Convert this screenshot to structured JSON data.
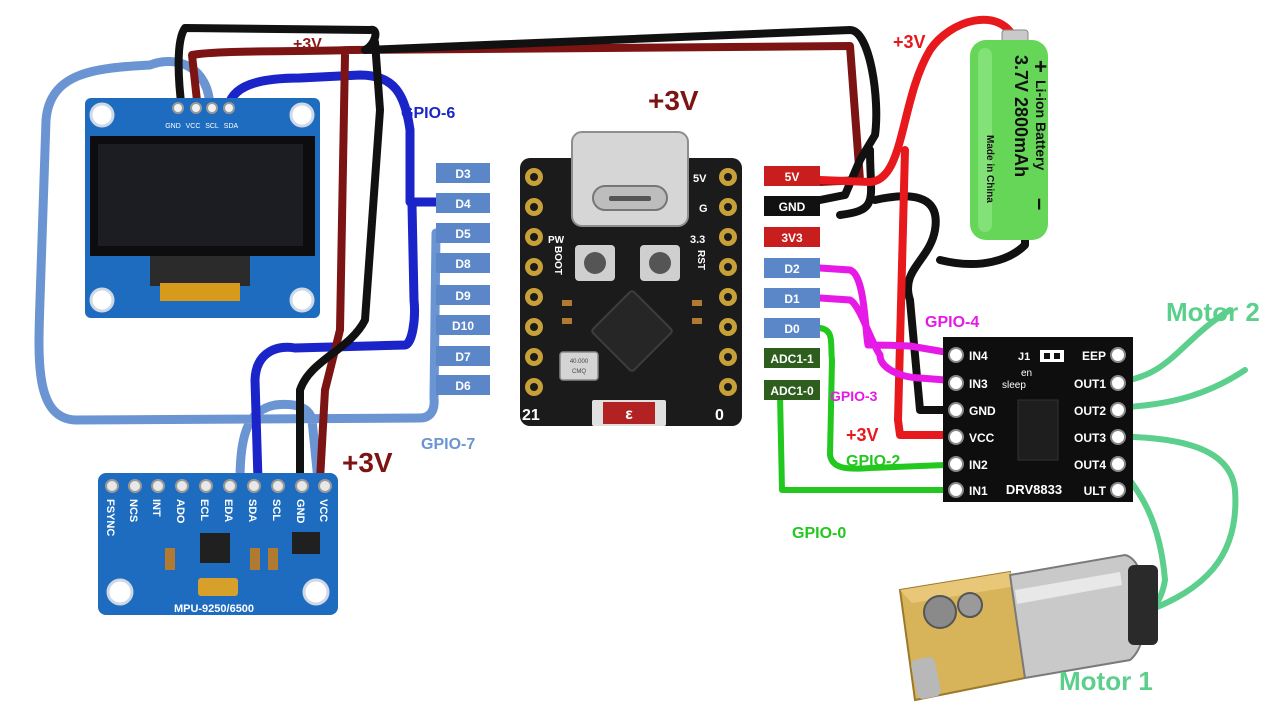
{
  "oled": {
    "pins": [
      "GND",
      "VCC",
      "SCL",
      "SDA"
    ]
  },
  "mcu": {
    "left_pins": [
      "D3",
      "D4",
      "D5",
      "D8",
      "D9",
      "D10",
      "D7",
      "D6"
    ],
    "right_pins": [
      "5V",
      "GND",
      "3V3",
      "D2",
      "D1",
      "D0",
      "ADC1-1",
      "ADC1-0"
    ],
    "silk": {
      "v5": "5V",
      "g": "G",
      "v33": "3.3",
      "pw": "PW",
      "boot": "BOOT",
      "rst": "RST",
      "n21": "21",
      "n0": "0",
      "crystal_top": "40.000",
      "crystal_bot": "CMQ"
    }
  },
  "battery": {
    "plus": "+",
    "line1": "Li-ion Battery",
    "line2": "3.7V 2800mAh",
    "line3": "Made in China",
    "minus": "–"
  },
  "driver": {
    "left_pins": [
      "IN4",
      "IN3",
      "GND",
      "VCC",
      "IN2",
      "IN1"
    ],
    "right_pins": [
      "EEP",
      "OUT1",
      "OUT2",
      "OUT3",
      "OUT4",
      "ULT"
    ],
    "j1": "J1",
    "en": "en",
    "sleep": "sleep",
    "name": "DRV8833"
  },
  "imu": {
    "pins": [
      "FSYNC",
      "NCS",
      "INT",
      "ADO",
      "ECL",
      "EDA",
      "SDA",
      "SCL",
      "GND",
      "VCC"
    ],
    "name": "MPU-9250/6500"
  },
  "labels": {
    "v3_top": "+3V",
    "v3_right": "+3V",
    "v3_center": "+3V",
    "v3_imu": "+3V",
    "v3_vcc": "+3V",
    "gpio6": "GPIO-6",
    "gpio7": "GPIO-7",
    "gpio4": "GPIO-4",
    "gpio3": "GPIO-3",
    "gpio2": "GPIO-2",
    "gpio0": "GPIO-0",
    "motor2": "Motor 2",
    "motor1": "Motor 1"
  },
  "colors": {
    "power_red": "#e8191c",
    "dark_red": "#7d1414",
    "ground_black": "#111111",
    "sda_blue": "#1a24c8",
    "scl_lightblue": "#6a94d2",
    "gpio_magenta": "#e619e6",
    "gpio_green": "#22c81e",
    "motor_green": "#5ccf8c",
    "pin_label_blue": "#5b86c8",
    "pcb_blue": "#1e6cc0",
    "mcu_black": "#1b1b1b"
  }
}
